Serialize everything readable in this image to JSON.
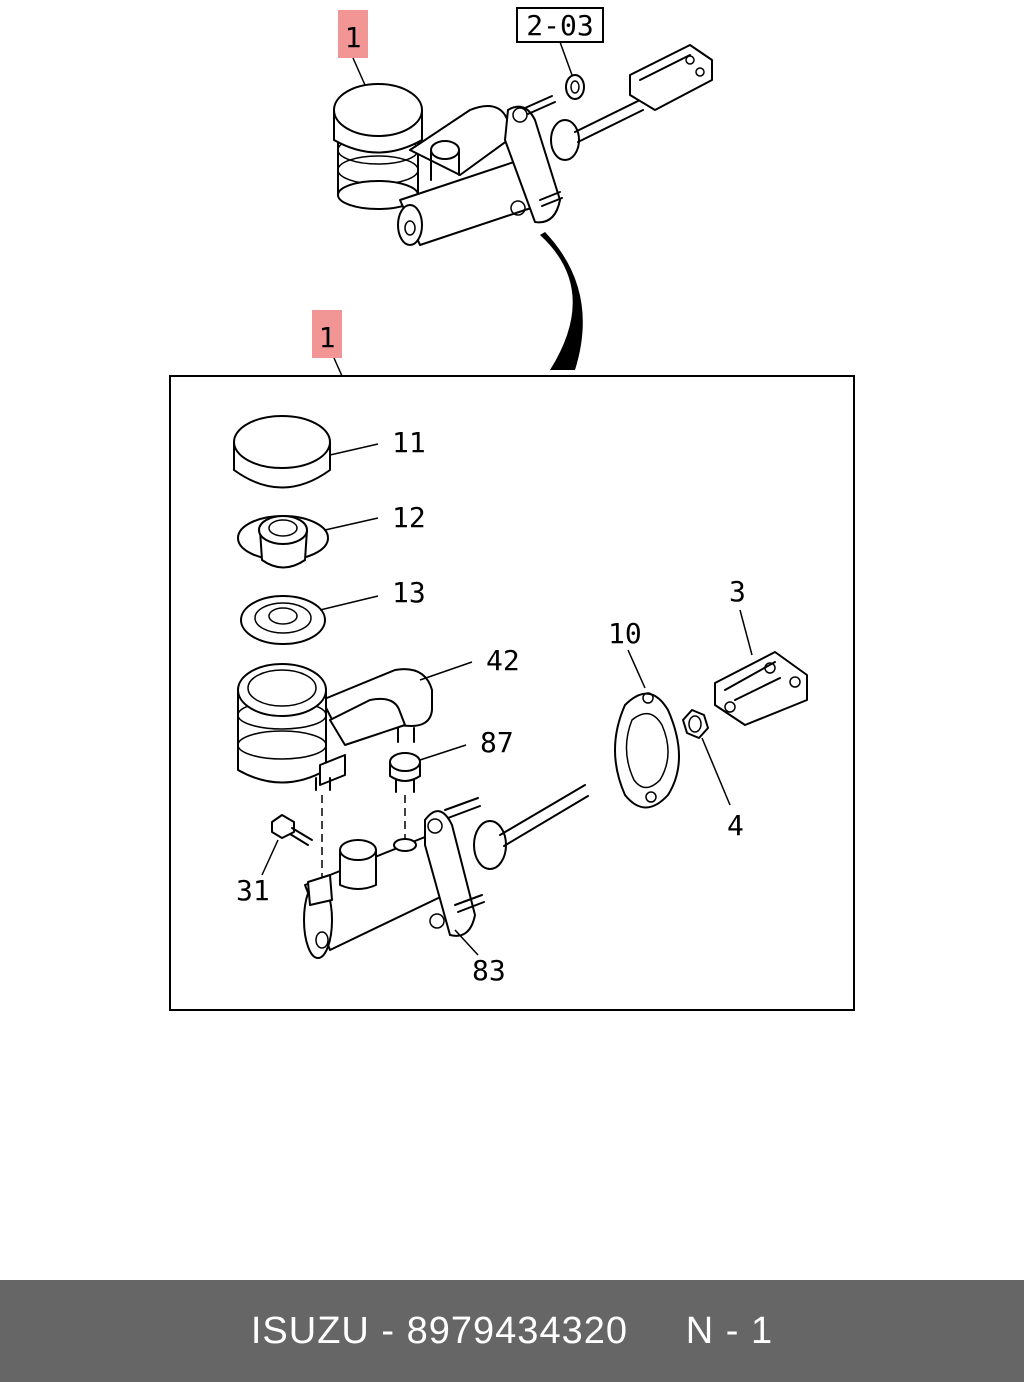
{
  "diagram": {
    "upper_callout": "1",
    "ref_callout": "2-03",
    "box_callout": "1",
    "parts": {
      "p11": "11",
      "p12": "12",
      "p13": "13",
      "p42": "42",
      "p87": "87",
      "p31": "31",
      "p83": "83",
      "p10": "10",
      "p3": "3",
      "p4": "4"
    }
  },
  "footer": {
    "brand": "ISUZU",
    "separator": " - ",
    "part_number": "8979434320",
    "page_label": "N - 1"
  }
}
